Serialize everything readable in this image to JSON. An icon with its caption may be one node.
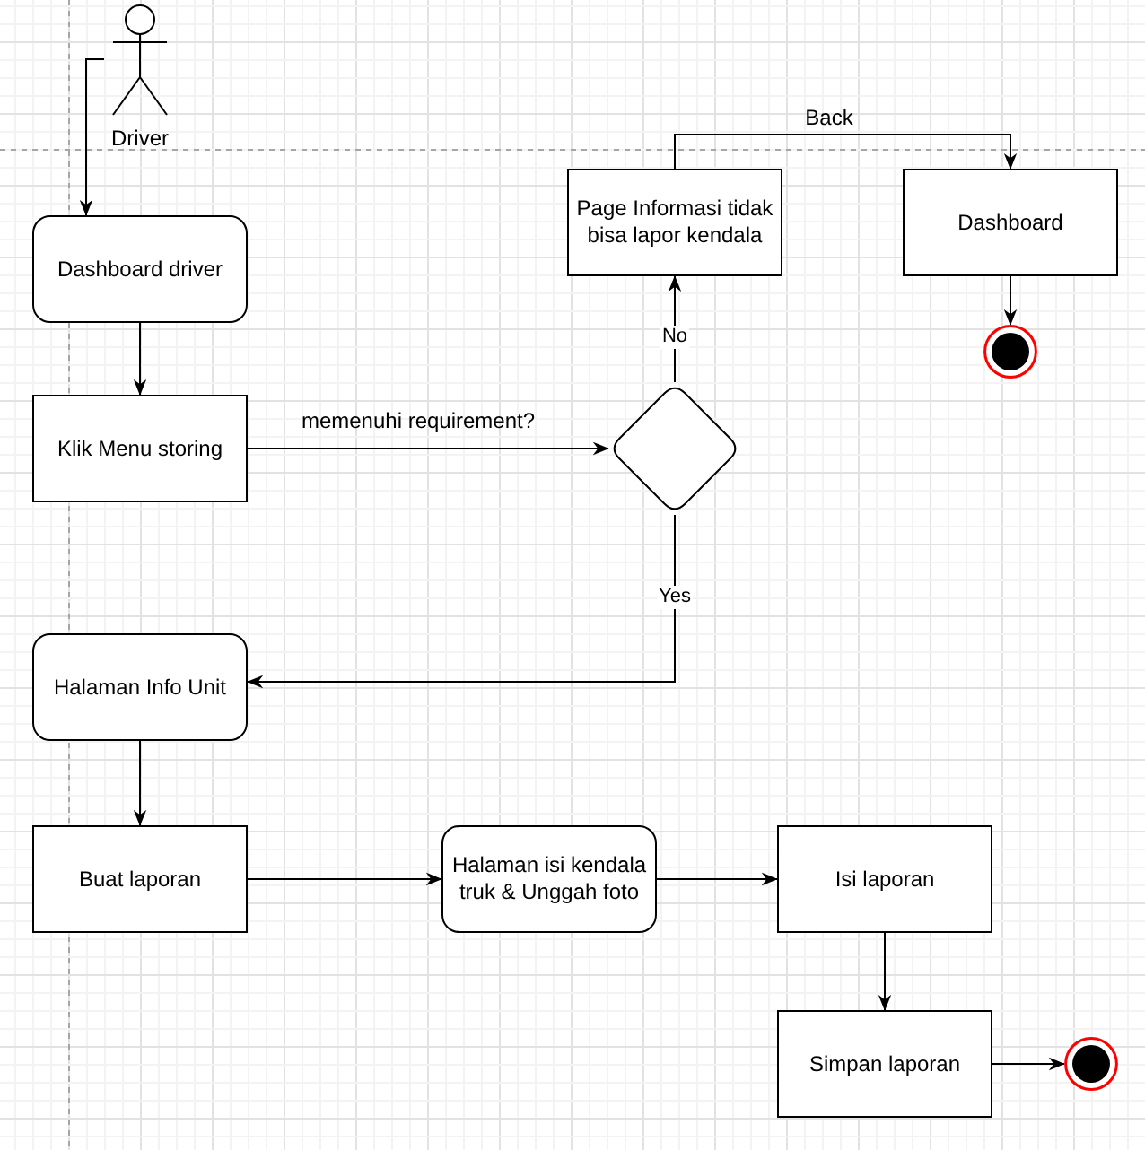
{
  "diagram": {
    "nodes": [
      {
        "text": [
          "Driver"
        ]
      },
      {
        "text": [
          "Dashboard driver"
        ]
      },
      {
        "text": [
          "Klik Menu storing"
        ]
      },
      {
        "text": [],
        "shape": "diamond"
      },
      {
        "text": [
          "Page Informasi tidak bisa lapor kendala"
        ]
      },
      {
        "text": [
          "Dashboard"
        ]
      },
      {
        "text": [],
        "shape": "circle"
      },
      {
        "text": [
          "Halaman Info Unit"
        ]
      },
      {
        "text": [
          "Buat laporan"
        ]
      },
      {
        "text": [
          "Halaman isi kendala truk & Unggah foto"
        ]
      },
      {
        "text": [
          "Isi laporan"
        ]
      },
      {
        "text": [
          "Simpan laporan"
        ]
      },
      {
        "text": [],
        "shape": "circle"
      }
    ],
    "edges": [
      {
        "from": 0,
        "to": 1,
        "arrow": "to"
      },
      {
        "from": 1,
        "to": 2,
        "arrow": "to"
      },
      {
        "from": 2,
        "to": 3,
        "arrow": "to",
        "label": "memenuhi requirement?"
      },
      {
        "from": 3,
        "to": 4,
        "arrow": "to",
        "label": "No"
      },
      {
        "from": 4,
        "to": 5,
        "arrow": "to",
        "label": "Back"
      },
      {
        "from": 5,
        "to": 6,
        "arrow": "to"
      },
      {
        "from": 3,
        "to": 7,
        "arrow": "to",
        "label": "Yes"
      },
      {
        "from": 7,
        "to": 8,
        "arrow": "to"
      },
      {
        "from": 8,
        "to": 9,
        "arrow": "to"
      },
      {
        "from": 9,
        "to": 10,
        "arrow": "to"
      },
      {
        "from": 10,
        "to": 11,
        "arrow": "to"
      },
      {
        "from": 11,
        "to": 12,
        "arrow": "to"
      }
    ]
  }
}
